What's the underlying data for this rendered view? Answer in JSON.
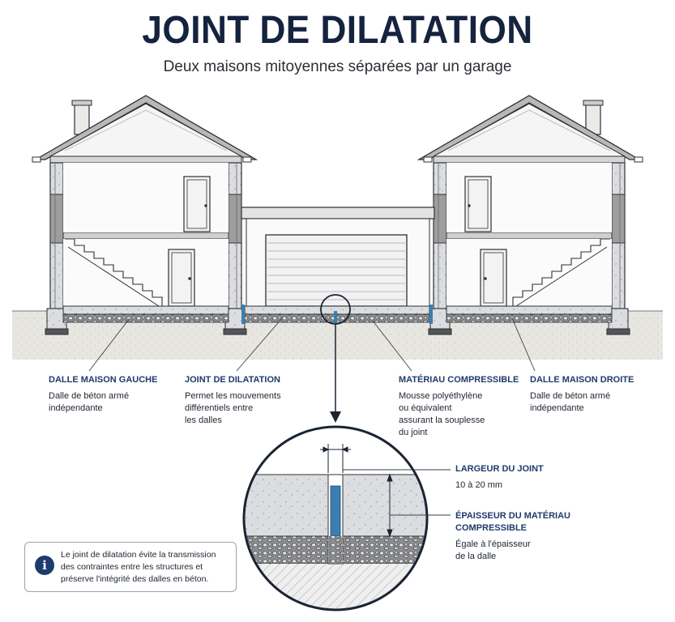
{
  "title": "JOINT DE DILATATION",
  "subtitle": "Deux maisons mitoyennes séparées par un garage",
  "labels": {
    "dalle_gauche": {
      "heading": "DALLE MAISON GAUCHE",
      "text": "Dalle de béton armé\nindépendante"
    },
    "joint": {
      "heading": "JOINT DE DILATATION",
      "text": "Permet les mouvements\ndifférentiels entre\nles dalles"
    },
    "materiau": {
      "heading": "MATÉRIAU COMPRESSIBLE",
      "text": "Mousse polyéthylène\nou équivalent\nassurant la souplesse\ndu joint"
    },
    "dalle_droite": {
      "heading": "DALLE MAISON DROITE",
      "text": "Dalle de béton armé\nindépendante"
    },
    "largeur": {
      "heading": "LARGEUR DU JOINT",
      "text": "10 à 20 mm"
    },
    "epaisseur": {
      "heading": "ÉPAISSEUR DU MATÉRIAU\nCOMPRESSIBLE",
      "text": "Égale à l'épaisseur\nde la dalle"
    }
  },
  "info": {
    "icon": "info-icon",
    "text": "Le joint de dilatation évite la transmission\ndes contraintes entre les structures et\npréserve l'intégrité des dalles en béton."
  },
  "colors": {
    "title": "#15233f",
    "label_heading": "#1f3a6b",
    "joint_blue": "#3a7fb0",
    "concrete": "#d9dadc"
  }
}
